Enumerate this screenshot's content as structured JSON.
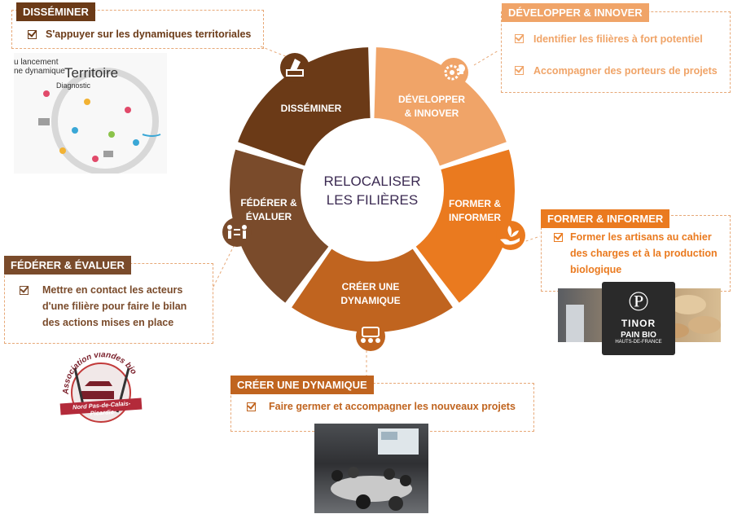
{
  "colors": {
    "disseminer": "#6b3a17",
    "developper": "#f0a468",
    "former": "#ea7a1f",
    "creer": "#c0641f",
    "federer": "#7a4b2b",
    "center_text": "#3b2a52"
  },
  "center": {
    "line1": "RELOCALISER",
    "line2": "LES FILIÈRES"
  },
  "wheel": {
    "disseminer": "DISSÉMINER",
    "developper_1": "DÉVELOPPER",
    "developper_2": "& INNOVER",
    "former_1": "FORMER &",
    "former_2": "INFORMER",
    "creer_1": "CRÉER UNE",
    "creer_2": "DYNAMIQUE",
    "federer_1": "FÉDÉRER &",
    "federer_2": "ÉVALUER"
  },
  "boxes": {
    "disseminer": {
      "title": "DISSÉMINER",
      "items": [
        "S'appuyer sur les dynamiques territoriales"
      ]
    },
    "developper": {
      "title": "DÉVELOPPER & INNOVER",
      "items": [
        "Identifier les filières à fort potentiel",
        "Accompagner des porteurs de projets"
      ]
    },
    "former": {
      "title": "FORMER & INFORMER",
      "items_lines": [
        "Former les artisans au cahier",
        "des charges et à la production",
        "biologique"
      ]
    },
    "federer": {
      "title": "FÉDÉRER & ÉVALUER",
      "items_lines": [
        "Mettre en contact les acteurs",
        "d'une filière pour faire le bilan",
        "des actions mises en place"
      ]
    },
    "creer": {
      "title": "CRÉER UNE DYNAMIQUE",
      "items": [
        "Faire germer et accompagner les nouveaux projets"
      ]
    }
  },
  "territoire": {
    "title": "Territoire",
    "subtitle": "Diagnostic",
    "side_1": "u lancement",
    "side_2": "ne dynamique"
  },
  "logo_assoc": {
    "arc_text": "Association viandes bio",
    "band_text": "Nord Pas-de-Calais-Picardie"
  },
  "logo_tinor": {
    "brand": "TINOR",
    "line1": "PAIN BIO",
    "line2": "HAUTS-DE-FRANCE"
  }
}
